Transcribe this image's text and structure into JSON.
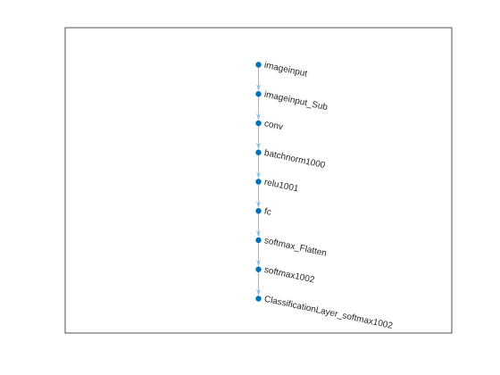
{
  "diagram": {
    "type": "layer-graph",
    "node_color": "#0072bd",
    "edge_color": "#8fbfe3",
    "axes_color": "#262626",
    "nodes": [
      {
        "id": "imageinput",
        "label": "imageinput"
      },
      {
        "id": "imageinput_Sub",
        "label": "imageinput_Sub"
      },
      {
        "id": "conv",
        "label": "conv"
      },
      {
        "id": "batchnorm1000",
        "label": "batchnorm1000"
      },
      {
        "id": "relu1001",
        "label": "relu1001"
      },
      {
        "id": "fc",
        "label": "fc"
      },
      {
        "id": "softmax_Flatten",
        "label": "softmax_Flatten"
      },
      {
        "id": "softmax1002",
        "label": "softmax1002"
      },
      {
        "id": "ClassificationLayer_softmax1002",
        "label": "ClassificationLayer_softmax1002"
      }
    ],
    "edges": [
      {
        "from": "imageinput",
        "to": "imageinput_Sub"
      },
      {
        "from": "imageinput_Sub",
        "to": "conv"
      },
      {
        "from": "conv",
        "to": "batchnorm1000"
      },
      {
        "from": "batchnorm1000",
        "to": "relu1001"
      },
      {
        "from": "relu1001",
        "to": "fc"
      },
      {
        "from": "fc",
        "to": "softmax_Flatten"
      },
      {
        "from": "softmax_Flatten",
        "to": "softmax1002"
      },
      {
        "from": "softmax1002",
        "to": "ClassificationLayer_softmax1002"
      }
    ]
  }
}
